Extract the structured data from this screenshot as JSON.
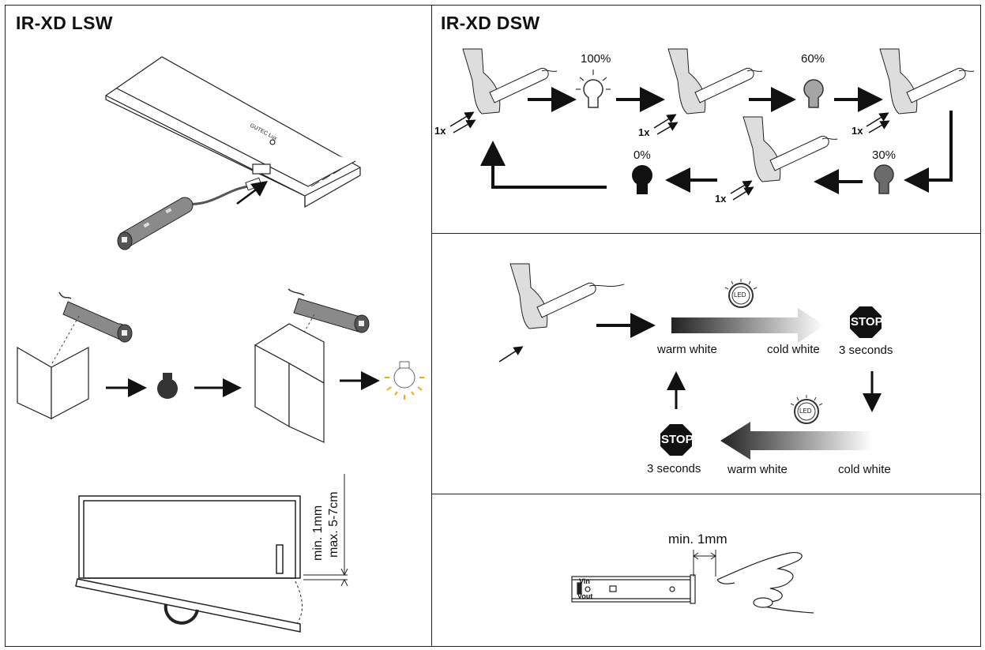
{
  "left_panel": {
    "title": "IR-XD LSW",
    "dimension_min": "min. 1mm",
    "dimension_max": "max. 5-7cm"
  },
  "right_top_panel": {
    "title": "IR-XD DSW",
    "step_1_level": "100%",
    "step_2_level": "60%",
    "step_3_level": "30%",
    "step_4_level": "0%",
    "tap_count": "1x"
  },
  "right_middle_panel": {
    "top_row_start": "warm white",
    "top_row_end": "cold white",
    "stop_text": "STOP",
    "stop_duration_top": "3 seconds",
    "bottom_row_start": "warm white",
    "bottom_row_end": "cold white",
    "stop_duration_bottom": "3 seconds",
    "led_text": "LED"
  },
  "right_bottom_panel": {
    "distance_label": "min. 1mm",
    "vin_label": "Vin",
    "vout_label": "Vout"
  },
  "colors": {
    "line": "#222222",
    "bulb_off": "#333333",
    "bulb_30": "#6b6b6b",
    "bulb_60": "#a5a5a5",
    "bulb_glow": "#f0a81c",
    "stop_sign": "#111111"
  }
}
